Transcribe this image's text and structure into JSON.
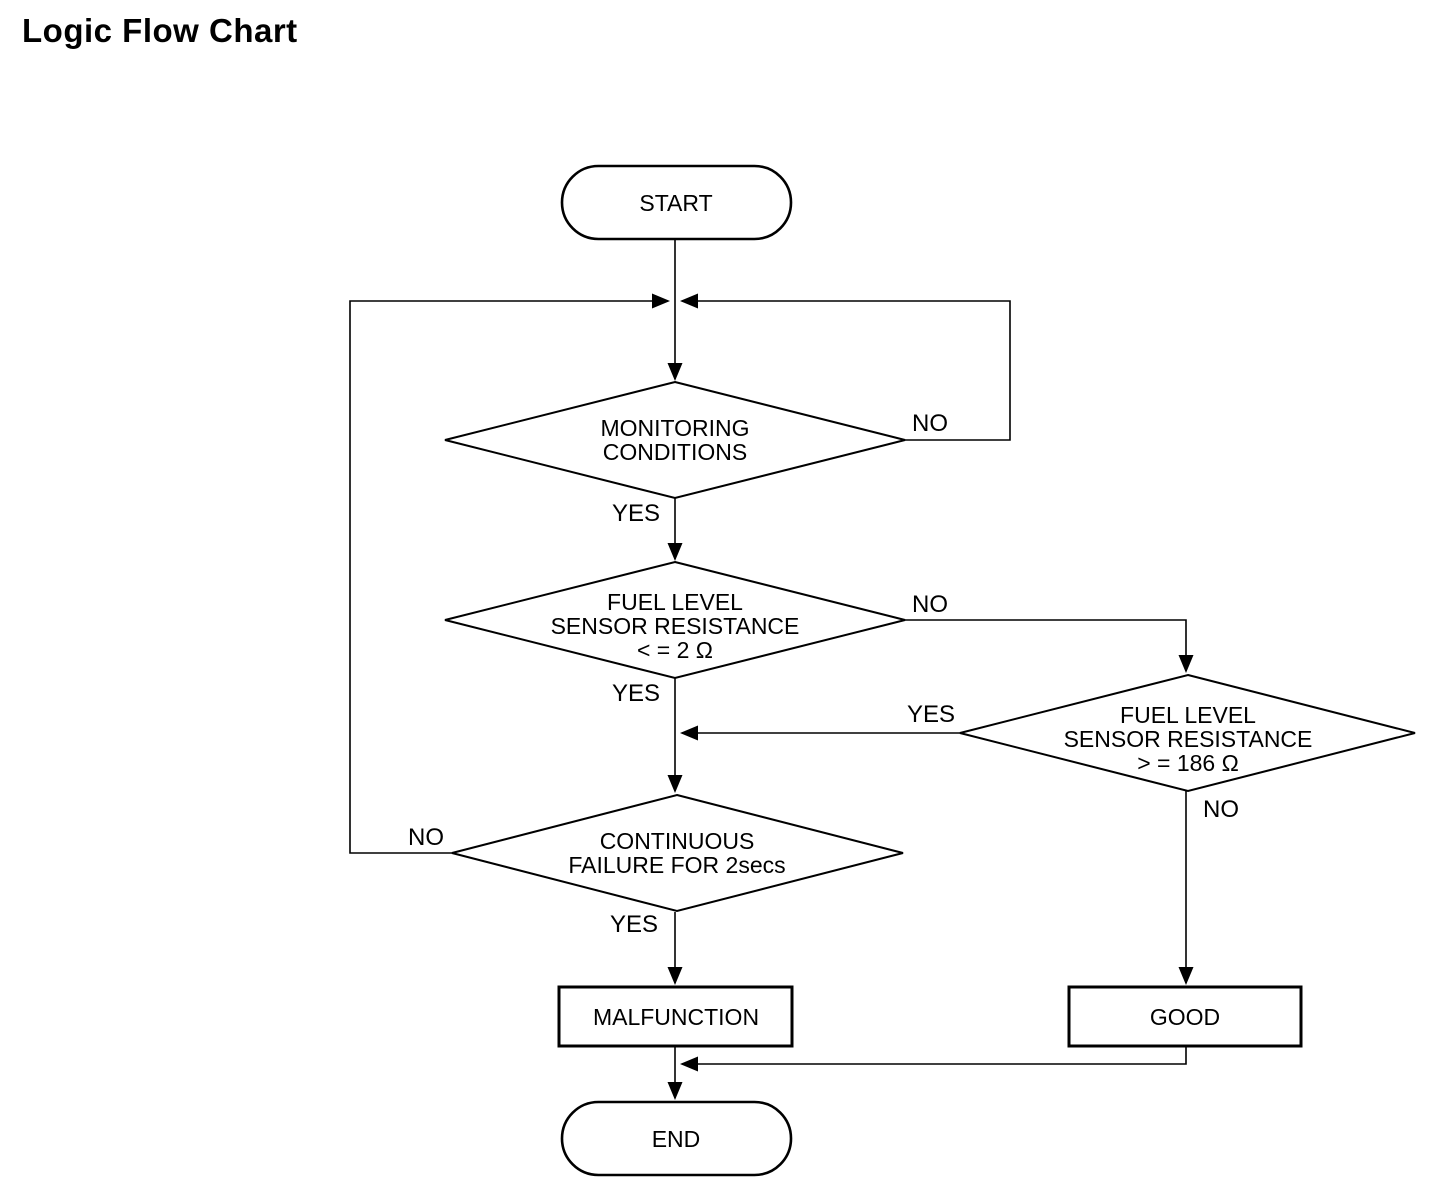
{
  "title": "Logic Flow Chart",
  "colors": {
    "ink": "#000000",
    "background": "#ffffff"
  },
  "flowchart": {
    "nodes": {
      "start": {
        "label": "START"
      },
      "monitoring": {
        "line1": "MONITORING",
        "line2": "CONDITIONS"
      },
      "fuel_low": {
        "line1": "FUEL LEVEL",
        "line2": "SENSOR RESISTANCE",
        "line3": "< = 2 Ω"
      },
      "fuel_high": {
        "line1": "FUEL LEVEL",
        "line2": "SENSOR RESISTANCE",
        "line3": "> = 186 Ω"
      },
      "continuous": {
        "line1": "CONTINUOUS",
        "line2": "FAILURE FOR 2secs"
      },
      "malfunction": {
        "label": "MALFUNCTION"
      },
      "good": {
        "label": "GOOD"
      },
      "end": {
        "label": "END"
      }
    },
    "edge_labels": {
      "monitoring_no": "NO",
      "monitoring_yes": "YES",
      "fuel_low_no": "NO",
      "fuel_low_yes": "YES",
      "fuel_high_yes": "YES",
      "fuel_high_no": "NO",
      "continuous_no": "NO",
      "continuous_yes": "YES"
    }
  }
}
